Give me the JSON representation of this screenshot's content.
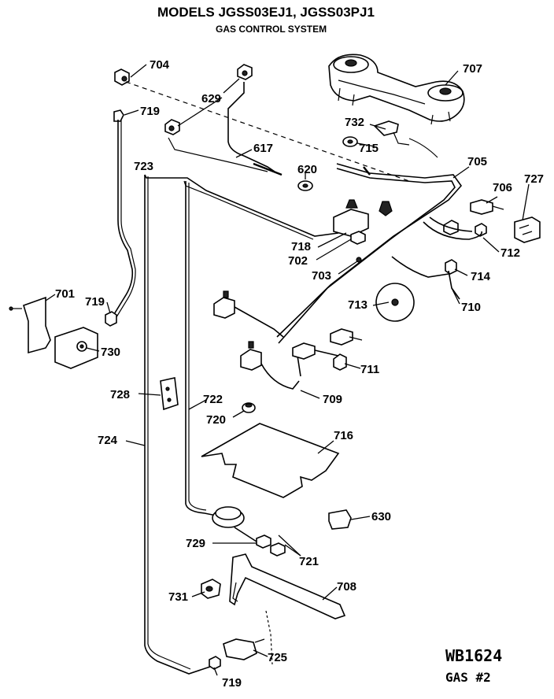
{
  "header": {
    "title": "MODELS JGSS03EJ1, JGSS03PJ1",
    "subtitle": "GAS CONTROL SYSTEM"
  },
  "callouts": [
    {
      "id": "c704",
      "text": "704"
    },
    {
      "id": "c629",
      "text": "629"
    },
    {
      "id": "c719a",
      "text": "719"
    },
    {
      "id": "c707",
      "text": "707"
    },
    {
      "id": "c732",
      "text": "732"
    },
    {
      "id": "c715",
      "text": "715"
    },
    {
      "id": "c617",
      "text": "617"
    },
    {
      "id": "c620",
      "text": "620"
    },
    {
      "id": "c723",
      "text": "723"
    },
    {
      "id": "c705",
      "text": "705"
    },
    {
      "id": "c706",
      "text": "706"
    },
    {
      "id": "c727",
      "text": "727"
    },
    {
      "id": "c718",
      "text": "718"
    },
    {
      "id": "c702",
      "text": "702"
    },
    {
      "id": "c703",
      "text": "703"
    },
    {
      "id": "c712",
      "text": "712"
    },
    {
      "id": "c714",
      "text": "714"
    },
    {
      "id": "c701",
      "text": "701"
    },
    {
      "id": "c719b",
      "text": "719"
    },
    {
      "id": "c713",
      "text": "713"
    },
    {
      "id": "c710",
      "text": "710"
    },
    {
      "id": "c730",
      "text": "730"
    },
    {
      "id": "c711",
      "text": "711"
    },
    {
      "id": "c728",
      "text": "728"
    },
    {
      "id": "c722",
      "text": "722"
    },
    {
      "id": "c709",
      "text": "709"
    },
    {
      "id": "c720",
      "text": "720"
    },
    {
      "id": "c716",
      "text": "716"
    },
    {
      "id": "c724",
      "text": "724"
    },
    {
      "id": "c630",
      "text": "630"
    },
    {
      "id": "c729",
      "text": "729"
    },
    {
      "id": "c721",
      "text": "721"
    },
    {
      "id": "c708",
      "text": "708"
    },
    {
      "id": "c731",
      "text": "731"
    },
    {
      "id": "c725",
      "text": "725"
    },
    {
      "id": "c719c",
      "text": "719"
    }
  ],
  "footer": {
    "code": "WB1624",
    "gas": "GAS #2"
  }
}
